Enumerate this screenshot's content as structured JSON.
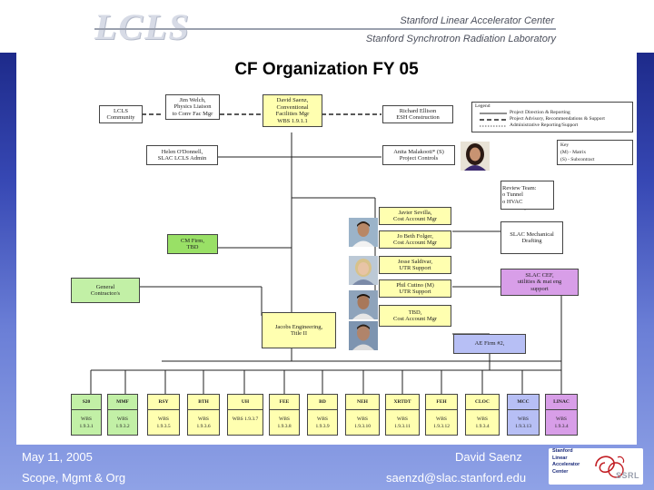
{
  "header": {
    "logo": "LCLS",
    "line1": "Stanford Linear Accelerator Center",
    "line2": "Stanford Synchrotron Radiation Laboratory"
  },
  "chart": {
    "title": "CF Organization FY 05",
    "boxes": {
      "lcls_community": [
        "LCLS",
        "Community"
      ],
      "welch": [
        "Jim Welch,",
        "Physics Liaison",
        "to Conv Fac Mgr"
      ],
      "saenz": [
        "David Saenz,",
        "Conventional",
        "Facilities Mgr",
        "WBS 1.9.1.1"
      ],
      "ellison": [
        "Richard Ellison",
        "ESH Construction"
      ],
      "odonnell": [
        "Helen O'Donnell,",
        "SLAC LCLS Admin"
      ],
      "malakooti": [
        "Anita Malakooti* (S)",
        "Project Controls"
      ],
      "review": [
        "Review Team:",
        "o Tunnel",
        "o HVAC"
      ],
      "sevilla": [
        "Javier Sevilla,",
        "Cost Account Mgr"
      ],
      "mechanical": [
        "SLAC Mechanical",
        "Drafting"
      ],
      "ch2m": [
        "CM Firm,",
        "TBD"
      ],
      "folger": [
        "Jo Beth Folger,",
        "Cost Account Mgr"
      ],
      "saldivar": [
        "Jesse Saldivar,",
        "UTR Support"
      ],
      "general": [
        "General",
        "Contractor/s"
      ],
      "slac_cef": [
        "SLAC CEF,",
        "utilities & mat eng",
        "support"
      ],
      "cutino": [
        "Phil Cutino (M)",
        "UTR Support"
      ],
      "tbd_cam": [
        "TBD,",
        "Cost Account Mgr"
      ],
      "jacobs": [
        "Jacobs Engineering,",
        "Title II"
      ],
      "ae": [
        "AE Firm #2,"
      ]
    },
    "legend": {
      "title": "Legend",
      "items": [
        "Project Direction & Reporting",
        "Project Advisory, Recommendations & Support",
        "Administrative Reporting/Support"
      ],
      "key_title": "Key",
      "key_items": [
        "(M) - Matrix",
        "(S) - Subcontract"
      ]
    },
    "wbs_row": [
      {
        "code": "S20",
        "wbs": [
          "WBS",
          "1.9.3.1"
        ],
        "color": "lgreen"
      },
      {
        "code": "MMF",
        "wbs": [
          "WBS",
          "1.9.3.2"
        ],
        "color": "lgreen"
      },
      {
        "code": "RSY",
        "wbs": [
          "WBS",
          "1.9.3.5"
        ],
        "color": "yellow"
      },
      {
        "code": "BTH",
        "wbs": [
          "WBS",
          "1.9.3.6"
        ],
        "color": "yellow"
      },
      {
        "code": "UH",
        "wbs": [
          "WBS 1.9.3.7"
        ],
        "color": "yellow"
      },
      {
        "code": "FEE",
        "wbs": [
          "WBS",
          "1.9.3.8"
        ],
        "color": "yellow"
      },
      {
        "code": "BD",
        "wbs": [
          "WBS",
          "1.9.3.9"
        ],
        "color": "yellow"
      },
      {
        "code": "NEH",
        "wbs": [
          "WBS",
          "1.9.3.10"
        ],
        "color": "yellow"
      },
      {
        "code": "XRTDT",
        "wbs": [
          "WBS",
          "1.9.3.11"
        ],
        "color": "yellow"
      },
      {
        "code": "FEH",
        "wbs": [
          "WBS",
          "1.9.3.12"
        ],
        "color": "yellow"
      },
      {
        "code": "CLOC",
        "wbs": [
          "WBS",
          "1.9.3.4"
        ],
        "color": "yellow"
      },
      {
        "code": "MCC",
        "wbs": [
          "WBS",
          "1.9.3.13"
        ],
        "color": "blue"
      },
      {
        "code": "LINAC",
        "wbs": [
          "WBS",
          "1.9.3.4"
        ],
        "color": "violet"
      }
    ]
  },
  "footer": {
    "date": "May 11, 2005",
    "subtitle": "Scope, Mgmt & Org",
    "author": "David Saenz",
    "email": "saenzd@slac.stanford.edu",
    "ssrl_logo_lines": [
      "Stanford",
      "Linear",
      "Accelerator",
      "Center"
    ],
    "ssrl_text": "SSRL"
  }
}
